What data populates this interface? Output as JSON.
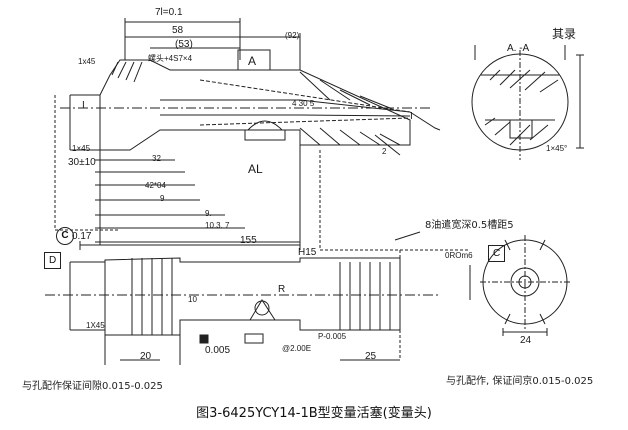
{
  "labels": {
    "dim_71": "7l=0.1",
    "dim_58": "58",
    "dim_53": "(53)",
    "dim_92": "(92)",
    "dim_1x45_top": "1x45",
    "dim_thread": "螺头+4S7×4",
    "section_A_top": "A",
    "section_AA": "A. -A",
    "qi_lu": "其录",
    "dim_1x45_left": "1×45",
    "dim_30": "30±10",
    "dim_32": "32",
    "dim_42": "42*04",
    "dim_9": "9",
    "dim_9b": "9.",
    "dim_103": "10.3. 7",
    "dim_155": "155",
    "dim_430": "4 30 5",
    "dim_AL": "AL",
    "dim_2": "2",
    "dim_1x45_right": "1×45°",
    "dim_H15": "H15",
    "note_oil_groove": "8油遣宽深0.5槽距5",
    "dim_0RCm6": "0ROm6",
    "dim_017": "0.17",
    "dim_10": "10",
    "dim_20": "20",
    "dim_25": "25",
    "dim_24": "24",
    "tol_0005": "0.005",
    "tol_0005b": "P-0.005",
    "dim_200": "@2.00E",
    "dim_1x45_bottom": "1X45",
    "note_left_fit": "与孔配作保证间隙0.015-0.025",
    "note_right_fit": "与孔配作, 保证间京0.015-0.025",
    "marker_C_left": "C",
    "marker_C_right": "C",
    "marker_D": "D",
    "marker_I": "I",
    "marker_I2": "I",
    "marker_R": "R",
    "caption": "图3-6425YCY14-1B型变量活塞(变量头)"
  }
}
